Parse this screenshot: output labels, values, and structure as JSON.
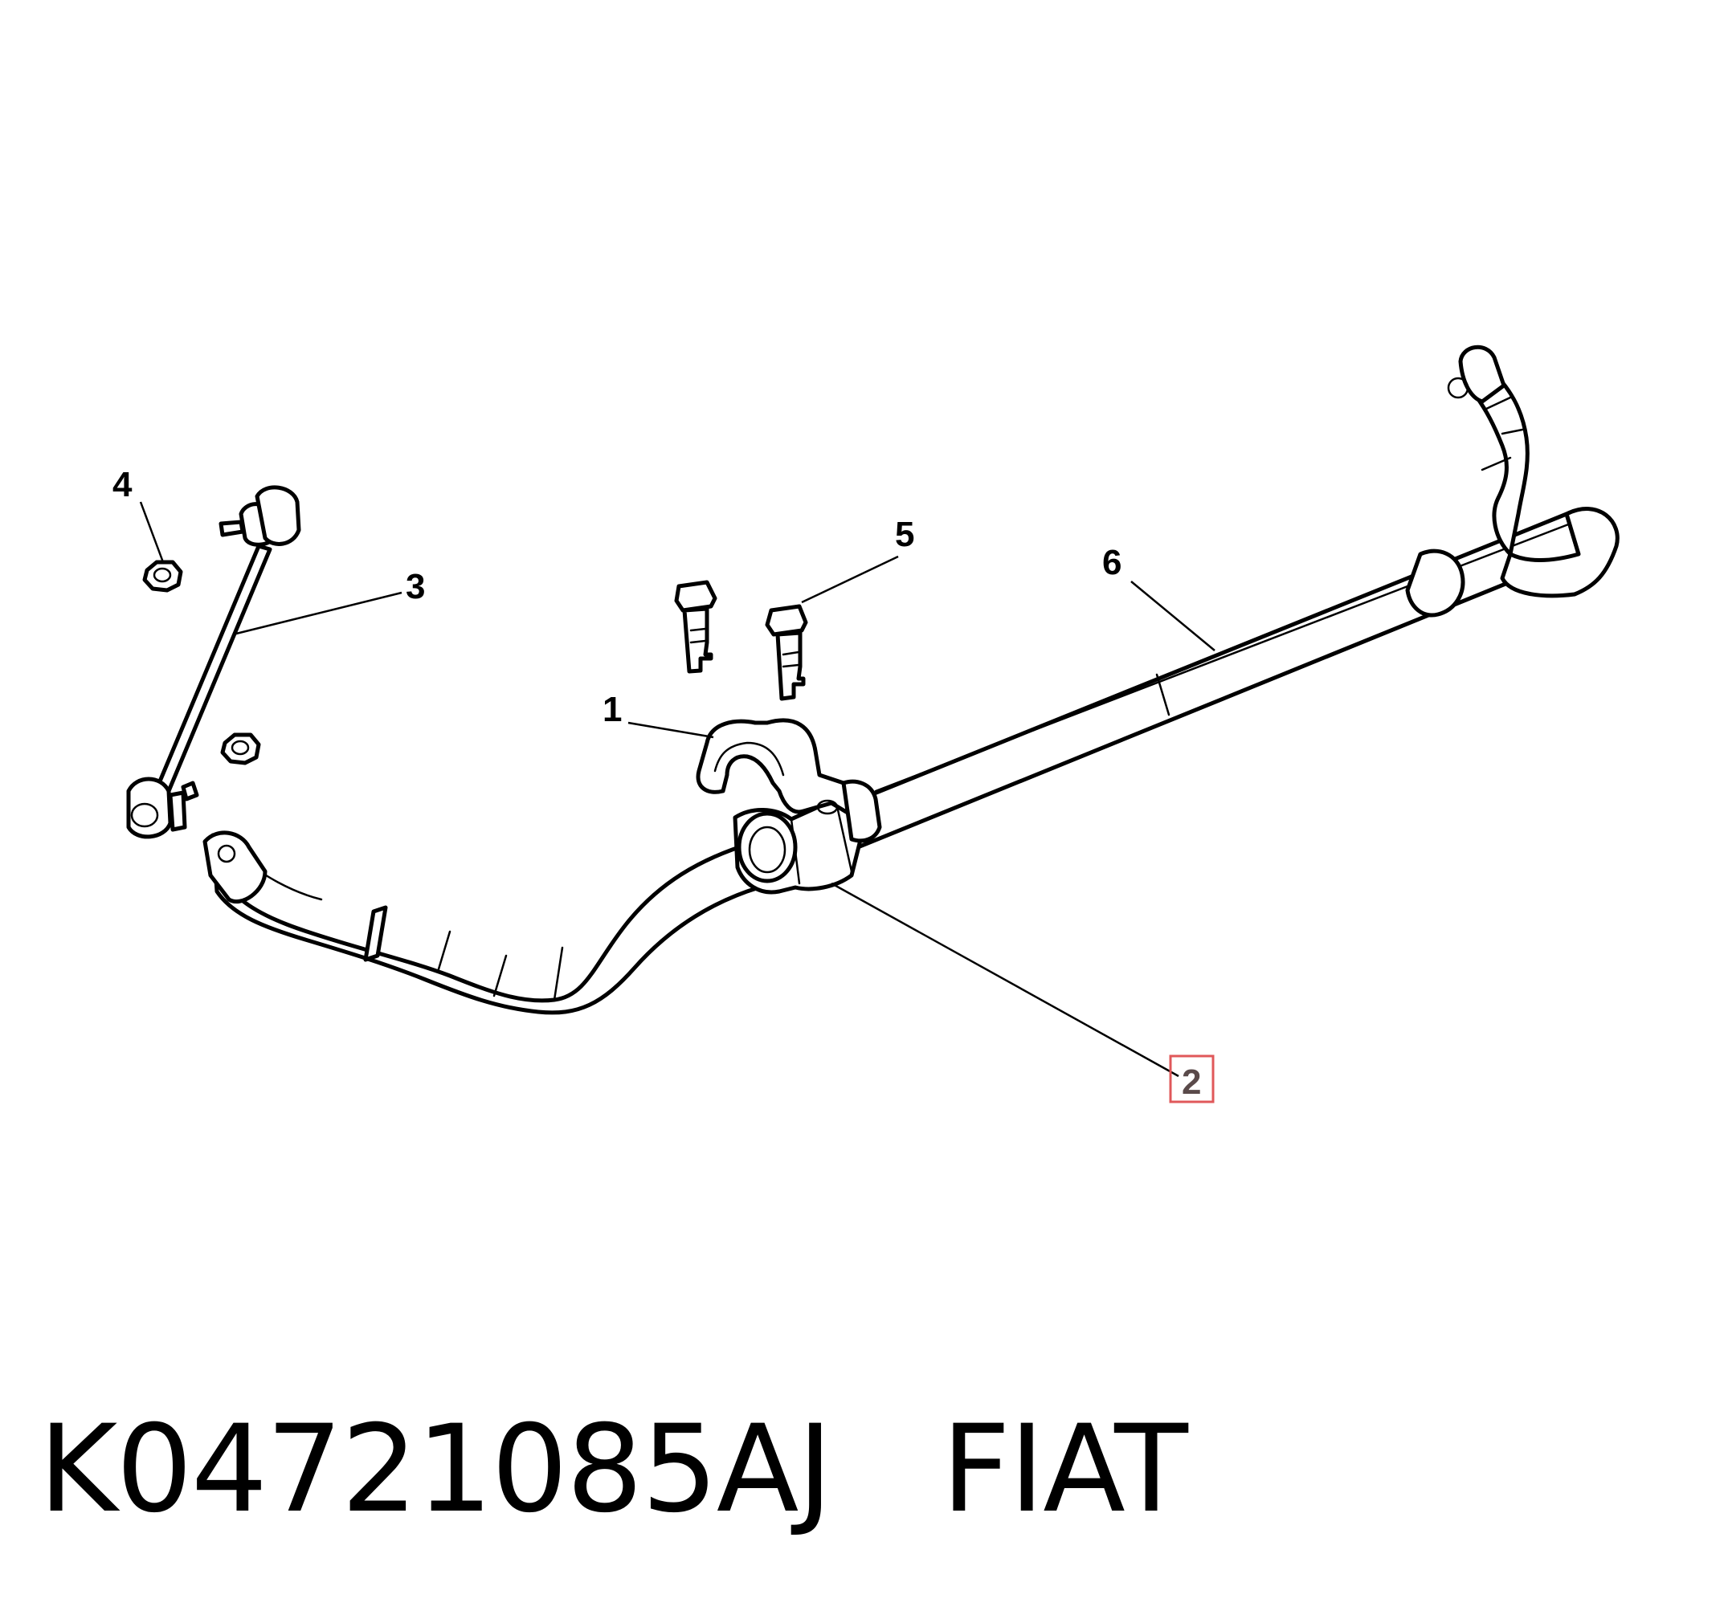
{
  "diagram": {
    "callouts": {
      "c1": "1",
      "c2": "2",
      "c3": "3",
      "c4": "4",
      "c5": "5",
      "c6": "6"
    },
    "highlight_color": "#e0585a"
  },
  "caption": {
    "part_number": "K04721085AJ",
    "brand": "FIAT"
  }
}
